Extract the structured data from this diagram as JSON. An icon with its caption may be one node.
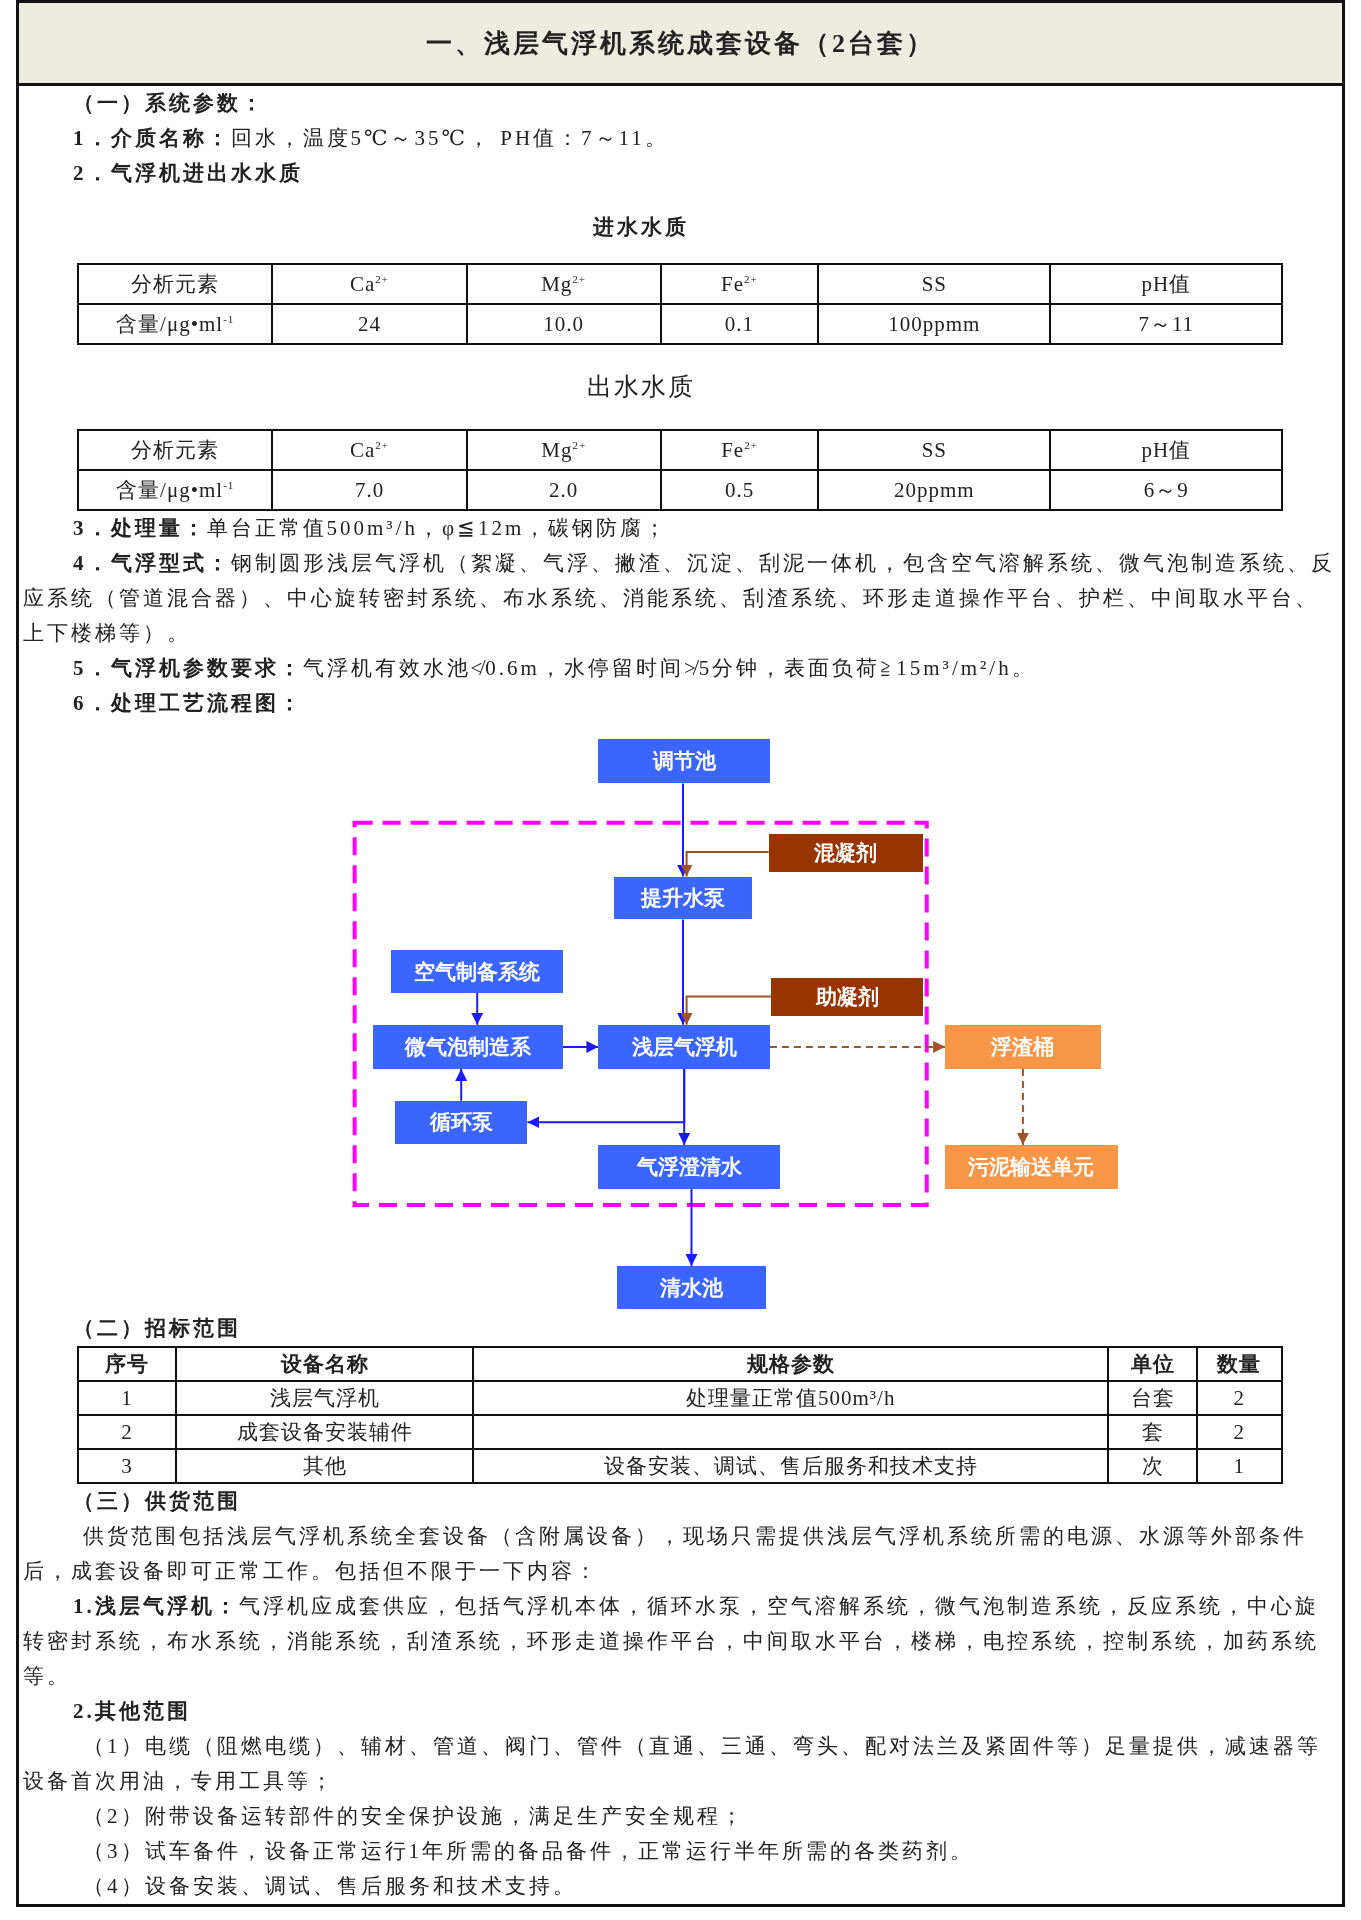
{
  "diagram": {
    "title": "一、浅层气浮机系统成套设备（2台套）",
    "nodes": [
      {
        "text": [
          "调节池"
        ]
      },
      {
        "text": [
          "混凝剂"
        ]
      },
      {
        "text": [
          "提升水泵"
        ]
      },
      {
        "text": [
          "空气制备系统"
        ]
      },
      {
        "text": [
          "助凝剂"
        ]
      },
      {
        "text": [
          "微气泡制造系"
        ]
      },
      {
        "text": [
          "浅层气浮机"
        ]
      },
      {
        "text": [
          "浮渣桶"
        ]
      },
      {
        "text": [
          "循环泵"
        ]
      },
      {
        "text": [
          "气浮澄清水"
        ]
      },
      {
        "text": [
          "污泥输送单元"
        ]
      },
      {
        "text": [
          "清水池"
        ]
      }
    ],
    "edges": [
      {
        "from": 0,
        "to": 2,
        "arrow": "to"
      },
      {
        "from": 1,
        "to": 2,
        "arrow": "to",
        "color": "#a0522d"
      },
      {
        "from": 2,
        "to": 6,
        "arrow": "to"
      },
      {
        "from": 4,
        "to": 6,
        "arrow": "to",
        "color": "#a0522d"
      },
      {
        "from": 3,
        "to": 5,
        "arrow": "to"
      },
      {
        "from": 5,
        "to": 6,
        "arrow": "to"
      },
      {
        "from": 6,
        "to": 7,
        "arrow": "to",
        "style": "dashed",
        "color": "#a0522d"
      },
      {
        "from": 7,
        "to": 10,
        "arrow": "to",
        "style": "dashed",
        "color": "#a0522d"
      },
      {
        "from": 6,
        "to": 9,
        "arrow": "to"
      },
      {
        "from": 6,
        "to": 8,
        "arrow": "to"
      },
      {
        "from": 8,
        "to": 5,
        "arrow": "to"
      },
      {
        "from": 9,
        "to": 11,
        "arrow": "to"
      }
    ],
    "labels": [
      "（一）系统参数：",
      "**1．介质名称：**回水，温度5℃～35℃， PH值：7～11。",
      "2．气浮机进出水水质",
      "进水水质",
      "分析元素",
      "Ca$^{2+}$",
      "Mg$^{2+}$",
      "Fe$^{2+}$",
      "SS",
      "pH值",
      "含量/μg•ml$^{-1}$",
      "24",
      "10.0",
      "0.1",
      "100ppmm",
      "7～11",
      "出水水质",
      "分析元素",
      "Ca$^{2+}$",
      "Mg$^{2+}$",
      "Fe$^{2+}$",
      "SS",
      "pH值",
      "含量/μg•ml$^{-1}$",
      "7.0",
      "2.0",
      "0.5",
      "20ppmm",
      "6～9",
      "**3．处理量：**单台正常值500m³/h，φ≦12m，碳钢防腐；",
      "**4．气浮型式：**钢制圆形浅层气浮机（絮凝、气浮、撇渣、沉淀、刮泥一体机，包含空气溶解系统、微气泡制造系统、反应系统（管道混合器）、中心旋转密封系统、布水系统、消能系统、刮渣系统、环形走道操作平台、护栏、中间取水平台、上下楼梯等）。",
      "**5．气浮机参数要求：**气浮机有效水池≮0.6m，水停留时间≯5分钟，表面负荷≧15m³/m²/h。",
      "6．处理工艺流程图：",
      "（二）招标范围",
      "序号",
      "设备名称",
      "规格参数",
      "单位",
      "数量",
      "1",
      "浅层气浮机",
      "处理量正常值500m³/h",
      "台套",
      "2",
      "2",
      "成套设备安装辅件",
      "套",
      "2",
      "3",
      "其他",
      "设备安装、调试、售后服务和技术支持",
      "次",
      "1",
      "（三）供货范围",
      "供货范围包括浅层气浮机系统全套设备（含附属设备），现场只需提供浅层气浮机系统所需的电源、水源等外部条件后，成套设备即可正常工作。包括但不限于一下内容：",
      "**1.浅层气浮机：**气浮机应成套供应，包括气浮机本体，循环水泵，空气溶解系统，微气泡制造系统，反应系统，中心旋转密封系统，布水系统，消能系统，刮渣系统，环形走道操作平台，中间取水平台，楼梯，电控系统，控制系统，加药系统等。",
      "2.其他范围",
      "（1）电缆（阻燃电缆）、辅材、管道、阀门、管件（直通、三通、弯头、配对法兰及紧固件等）足量提供，减速器等设备首次用油，专用工具等；",
      "（2）附带设备运转部件的安全保护设施，满足生产安全规程；",
      "（3）试车备件，设备正常运行1年所需的备品备件，正常运行半年所需的各类药剂。",
      "（4）设备安装、调试、售后服务和技术支持。"
    ]
  }
}
